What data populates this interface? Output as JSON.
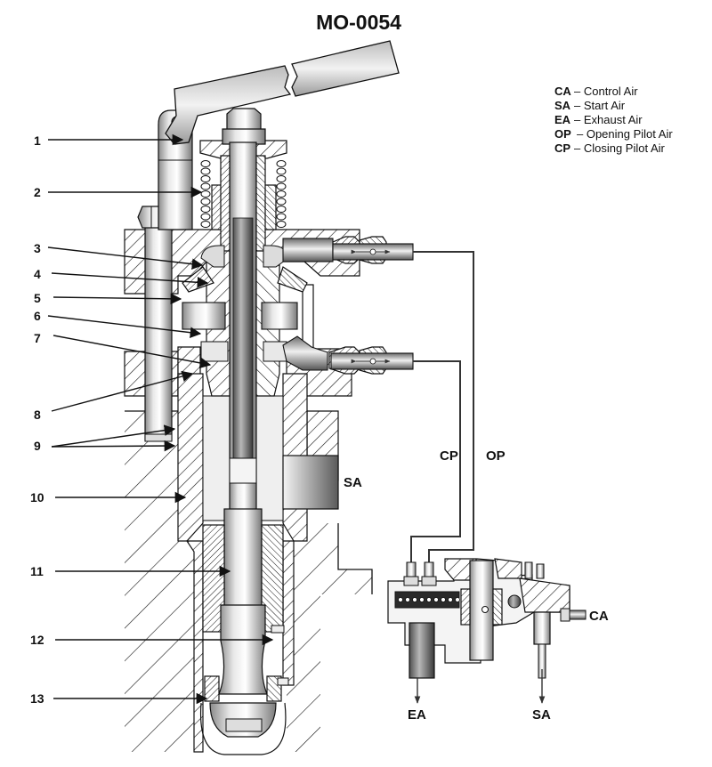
{
  "title": "MO-0054",
  "legend": [
    {
      "abbr": "CA",
      "desc": "– Control Air"
    },
    {
      "abbr": "SA",
      "desc": "– Start Air"
    },
    {
      "abbr": "EA",
      "desc": "– Exhaust Air"
    },
    {
      "abbr": "OP",
      "desc": "– Opening Pilot Air"
    },
    {
      "abbr": "CP",
      "desc": "– Closing Pilot Air"
    }
  ],
  "callouts": [
    "1",
    "2",
    "3",
    "4",
    "5",
    "6",
    "7",
    "8",
    "9",
    "10",
    "11",
    "12",
    "13"
  ],
  "ports": {
    "sa_main": "SA",
    "cp": "CP",
    "op": "OP",
    "ca": "CA",
    "ea": "EA",
    "sa_pilot": "SA"
  }
}
